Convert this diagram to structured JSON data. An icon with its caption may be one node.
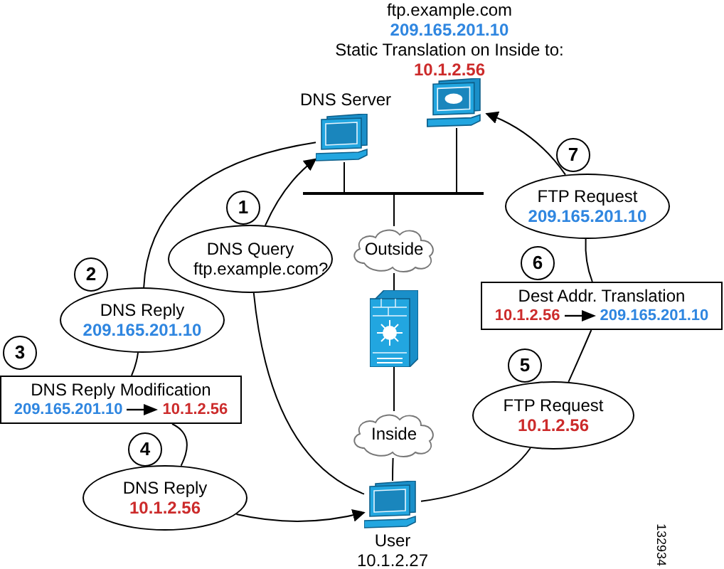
{
  "diagram": {
    "nodes": [
      {
        "text": [
          "ftp.example.com",
          "209.165.201.10",
          "Static Translation on Inside to:",
          "10.1.2.56"
        ]
      },
      {
        "text": [
          "DNS Server"
        ]
      },
      {
        "text": [],
        "shape": "bar"
      },
      {
        "text": [
          "7"
        ]
      },
      {
        "text": [
          "FTP Request",
          "209.165.201.10"
        ]
      },
      {
        "text": [
          "1"
        ]
      },
      {
        "text": [
          "DNS Query ftp.example.com?"
        ]
      },
      {
        "text": [
          "Outside"
        ]
      },
      {
        "text": [
          "2"
        ]
      },
      {
        "text": [
          "6"
        ]
      },
      {
        "text": [
          "Dest Addr. Translation",
          "10.1.2.56",
          "209.165.201.10"
        ]
      },
      {
        "text": [
          "DNS Reply",
          "209.165.201.10"
        ]
      },
      {
        "text": [],
        "shape": "picture"
      },
      {
        "text": [
          "3"
        ]
      },
      {
        "text": [
          "DNS Reply Modification",
          "209.165.201.10",
          "10.1.2.56"
        ]
      },
      {
        "text": [
          "5"
        ]
      },
      {
        "text": [
          "FTP Request",
          "10.1.2.56"
        ]
      },
      {
        "text": [
          "4"
        ]
      },
      {
        "text": [
          "Inside"
        ]
      },
      {
        "text": [
          "DNS Reply",
          "10.1.2.56"
        ]
      },
      {
        "text": [
          "User",
          "10.1.2.27"
        ]
      }
    ],
    "edges": [
      {
        "from": 20,
        "to": 6,
        "arrow": "none"
      },
      {
        "from": 6,
        "to": 1,
        "arrow": "to"
      },
      {
        "from": 1,
        "to": 11,
        "arrow": "none"
      },
      {
        "from": 11,
        "to": 14,
        "arrow": "none"
      },
      {
        "from": 14,
        "to": 19,
        "arrow": "none"
      },
      {
        "from": 19,
        "to": 20,
        "arrow": "to"
      },
      {
        "from": 20,
        "to": 16,
        "arrow": "none"
      },
      {
        "from": 16,
        "to": 10,
        "arrow": "none"
      },
      {
        "from": 10,
        "to": 4,
        "arrow": "none"
      },
      {
        "from": 4,
        "to": 0,
        "arrow": "to"
      },
      {
        "from": 1,
        "to": 2,
        "arrow": "none"
      },
      {
        "from": 0,
        "to": 2,
        "arrow": "none"
      },
      {
        "from": 2,
        "to": 7,
        "arrow": "none"
      },
      {
        "from": 7,
        "to": 12,
        "arrow": "none"
      },
      {
        "from": 12,
        "to": 18,
        "arrow": "none"
      },
      {
        "from": 18,
        "to": 20,
        "arrow": "none"
      }
    ],
    "labels": [
      "132934"
    ]
  }
}
